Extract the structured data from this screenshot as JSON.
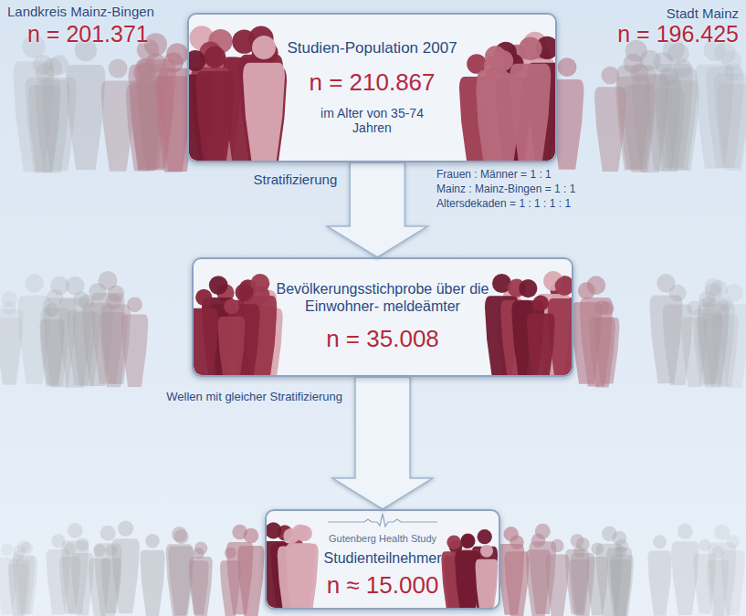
{
  "diagram": {
    "nodes": [
      {
        "text": [
          "Studien-Population 2007",
          "n = 210.867",
          "im Alter von 35-74 Jahren"
        ]
      },
      {
        "text": [
          "Bevölkerungsstichprobe über die Einwohner- meldeämter",
          "n = 35.008"
        ]
      },
      {
        "text": [
          "Gutenberg Health Study",
          "Studienteilnehmer",
          "n ≈ 15.000"
        ]
      }
    ],
    "edges": [
      {
        "from": 0,
        "to": 1,
        "arrow": "to",
        "label": "Stratifizierung"
      },
      {
        "from": 1,
        "to": 2,
        "arrow": "to",
        "label": "Wellen mit gleicher Stratifizierung"
      }
    ],
    "labels": [
      "Landkreis Mainz-Bingen",
      "n = 201.371",
      "Stadt Mainz",
      "n = 196.425",
      "Frauen : Männer = 1 : 1",
      "Mainz : Mainz-Bingen = 1 : 1",
      "Altersdekaden = 1 : 1 : 1 : 1"
    ]
  }
}
